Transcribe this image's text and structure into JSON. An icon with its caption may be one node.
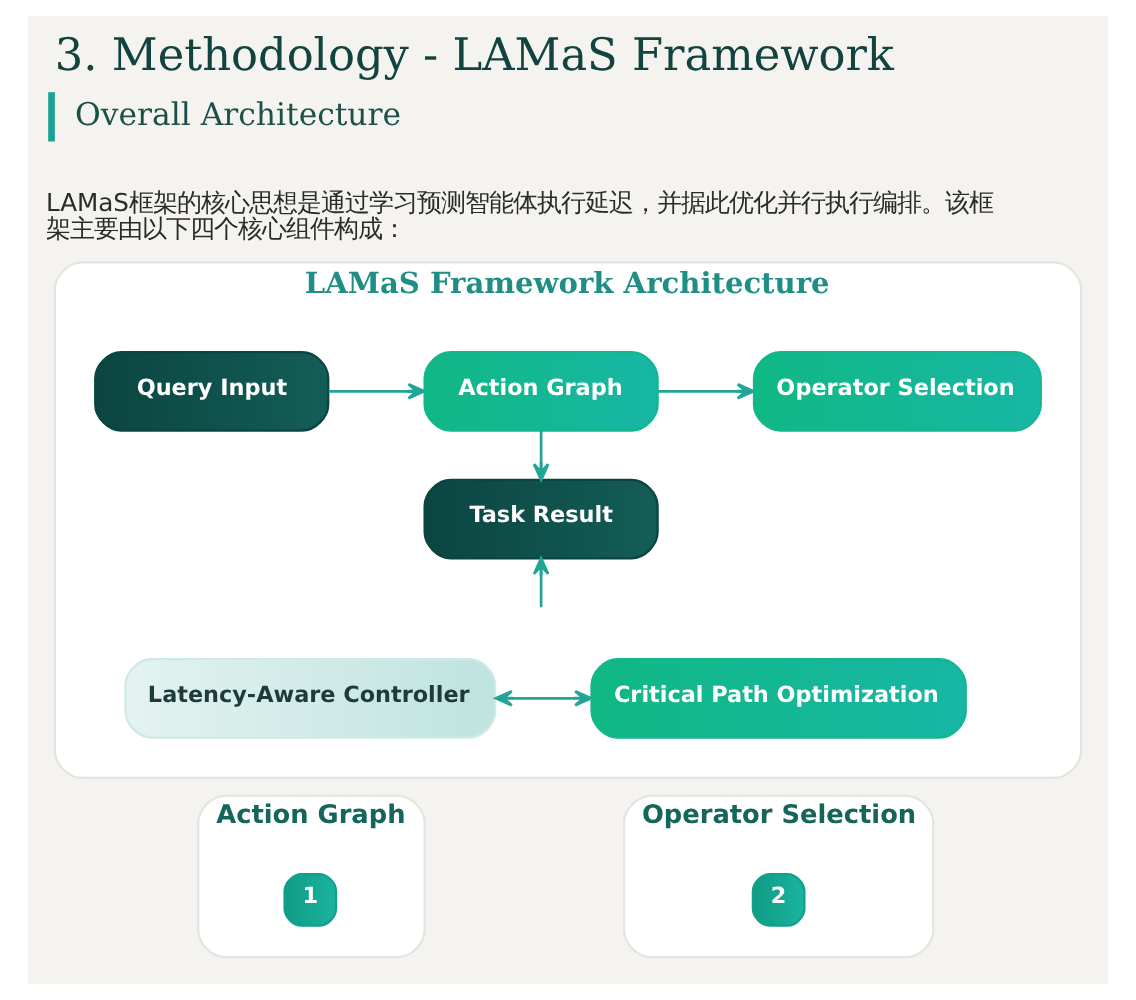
{
  "diagram": {
    "title": "3. Methodology - LAMaS Framework",
    "nodes": [
      {
        "text": [
          "LAMaS Framework Architecture"
        ]
      },
      {
        "text": [
          "Query Input"
        ],
        "in": 0
      },
      {
        "text": [
          "Action Graph"
        ],
        "in": 0
      },
      {
        "text": [
          "Operator Selection"
        ],
        "in": 0
      },
      {
        "text": [
          "Task Result"
        ],
        "in": 0
      },
      {
        "text": [
          "Latency-Aware Controller"
        ],
        "in": 0
      },
      {
        "text": [
          "Critical Path Optimization"
        ],
        "in": 0
      },
      {
        "text": [
          "Action Graph"
        ]
      },
      {
        "text": [
          "1"
        ],
        "in": 7
      },
      {
        "text": [
          "Operator Selection"
        ]
      },
      {
        "text": [
          "2"
        ],
        "in": 9
      }
    ],
    "edges": [
      {
        "from": 1,
        "to": 2,
        "arrow": "to"
      },
      {
        "from": 2,
        "to": 3,
        "arrow": "to"
      },
      {
        "from": 2,
        "to": 4,
        "arrow": "to"
      },
      {
        "from": null,
        "to": 4,
        "arrow": "to"
      },
      {
        "from": 5,
        "to": 6,
        "arrow": "both"
      }
    ],
    "labels": [
      "Overall Architecture",
      "LAMaS框架的核心思想是通过学习预测智能体执行延迟，并据此优化并行执行编排。该框架主要由以下四个核心组件构成："
    ]
  }
}
